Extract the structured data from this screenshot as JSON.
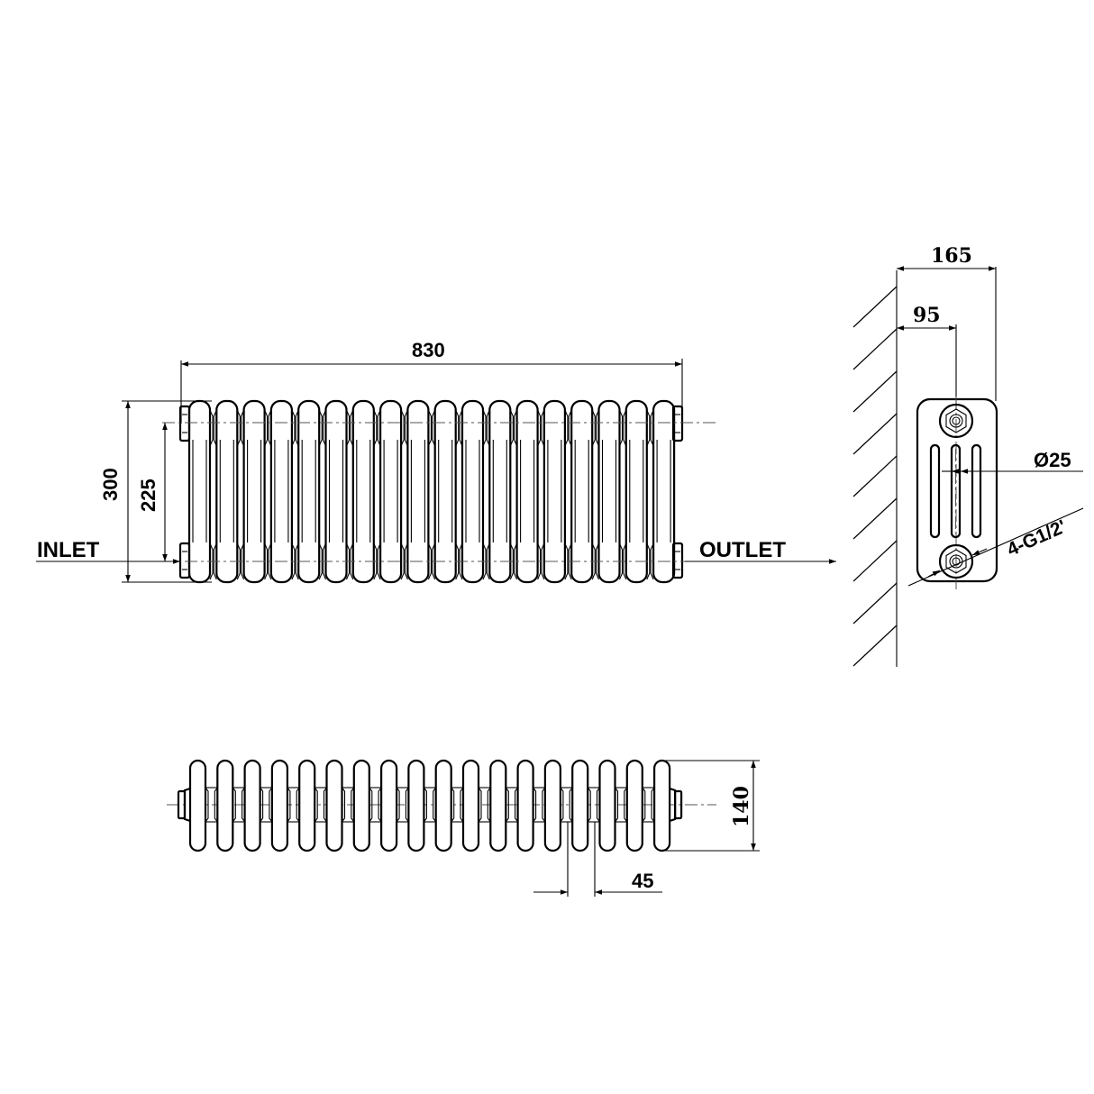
{
  "drawing": {
    "title": "Column radiator technical drawing",
    "views": [
      "front-elevation",
      "side-section",
      "plan-view"
    ],
    "section_count": 18
  },
  "labels": {
    "inlet": "INLET",
    "outlet": "OUTLET"
  },
  "dimensions": {
    "overall_width": "830",
    "overall_height": "300",
    "pipe_centres": "225",
    "depth_overall": "165",
    "wall_to_pipe_centre": "95",
    "column_diameter": "Ø25",
    "connections": "4-G1/2'",
    "plan_depth": "140",
    "section_pitch": "45"
  },
  "colors": {
    "line": "#000000",
    "background": "#ffffff",
    "centerline": "#555555"
  }
}
